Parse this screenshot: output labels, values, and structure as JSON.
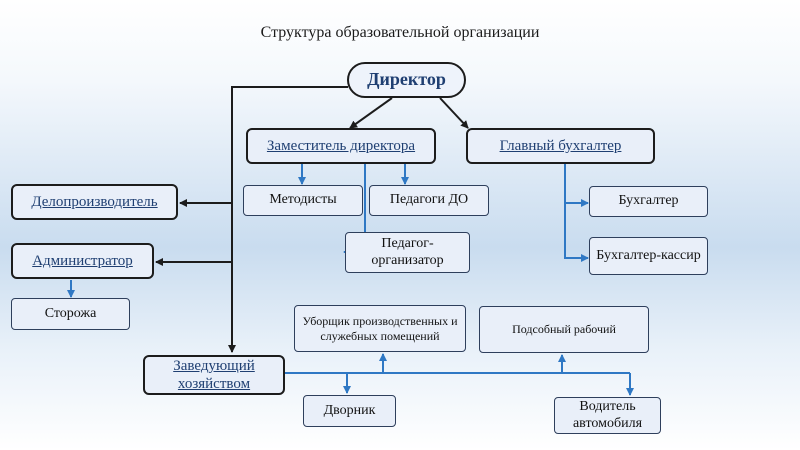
{
  "title": "Структура образовательной организации",
  "nodes": {
    "director": "Директор",
    "deputy": "Заместитель директора",
    "chief_accountant": "Главный бухгалтер",
    "records_clerk": "Делопроизводитель",
    "administrator": "Администратор",
    "guards": "Сторожа",
    "methodists": "Методисты",
    "teachers_do": "Педагоги ДО",
    "teacher_organizer": "Педагог-организатор",
    "accountant": "Бухгалтер",
    "accountant_cashier": "Бухгалтер-кассир",
    "head_of_household": "Заведующий хозяйством",
    "cleaner": "Уборщик производственных и служебных помещений",
    "auxiliary_worker": "Подсобный рабочий",
    "janitor": "Дворник",
    "driver": "Водитель автомобиля"
  },
  "colors": {
    "black_wire": "#1c1c1c",
    "blue_wire": "#2f78c4",
    "box_fill": "#e9eff9",
    "header_text": "#1f3f72"
  }
}
